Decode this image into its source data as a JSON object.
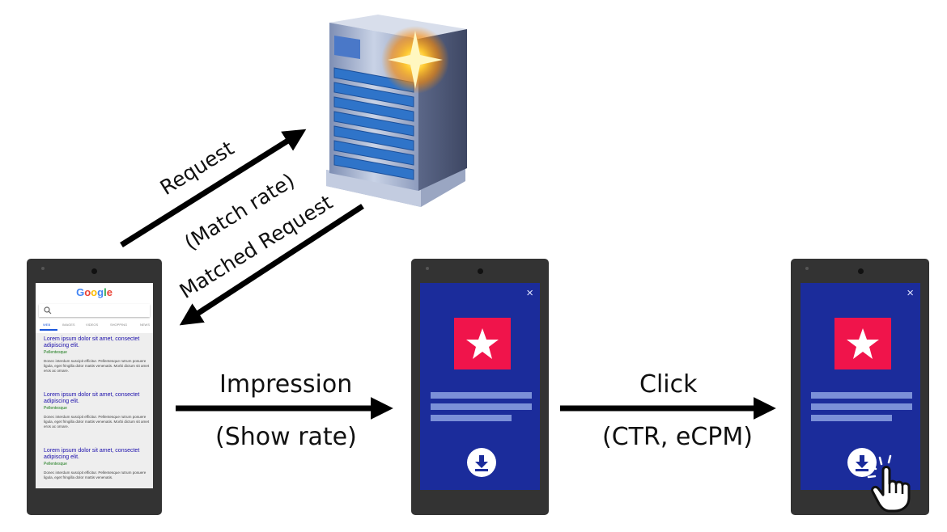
{
  "labels": {
    "request": "Request",
    "match_rate": "(Match rate)",
    "matched_request": "Matched Request",
    "impression": "Impression",
    "show_rate": "(Show rate)",
    "click": "Click",
    "ctr_ecpm": "(CTR, eCPM)"
  },
  "search_phone": {
    "logo": "Google",
    "tabs": [
      "WEB",
      "IMAGES",
      "VIDEOS",
      "SHOPPING",
      "NEWS"
    ],
    "results": [
      {
        "title": "Lorem ipsum dolor sit amet, consectet adipiscing elit.",
        "source": "Pellentesque",
        "body": "Donec interdum suscipit efficitur. Pellentesque rutrum posuere ligula, eget fringilla dolor mattis venenatis. Morbi dictum sit amet eros ac ornare."
      },
      {
        "title": "Lorem ipsum dolor sit amet, consectet adipiscing elit.",
        "source": "Pellentesque",
        "body": "Donec interdum suscipit efficitur. Pellentesque rutrum posuere ligula, eget fringilla dolor mattis venenatis. Morbi dictum sit amet eros ac ornare."
      },
      {
        "title": "Lorem ipsum dolor sit amet, consectet adipiscing elit.",
        "source": "Pellentesque",
        "body": "Donec interdum suscipit efficitur. Pellentesque rutrum posuere ligula, eget fringilla dolor mattis venenatis."
      }
    ]
  },
  "ad_phone": {
    "close": "×",
    "logo_icon": "star-icon",
    "button_icon": "download-icon"
  },
  "colors": {
    "ad_background": "#1b2c9b",
    "ad_logo": "#f0144b",
    "phone_body": "#333333",
    "arrow": "#000000"
  },
  "icons": {
    "server": "server-icon",
    "touch": "hand-tap-icon"
  }
}
